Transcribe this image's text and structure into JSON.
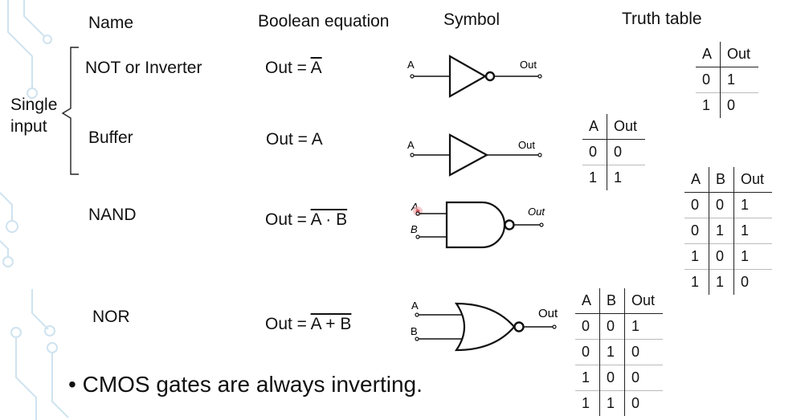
{
  "headers": {
    "name": "Name",
    "equation": "Boolean equation",
    "symbol": "Symbol",
    "truth_table": "Truth table"
  },
  "group_label": {
    "line1": "Single",
    "line2": "input"
  },
  "gates": [
    {
      "name": "NOT or Inverter",
      "equation": {
        "prefix": "Out = ",
        "overlined": "A"
      },
      "inputs": [
        "A"
      ],
      "output": "Out",
      "table": {
        "headers": [
          "A",
          "Out"
        ],
        "rows": [
          [
            "0",
            "1"
          ],
          [
            "1",
            "0"
          ]
        ]
      }
    },
    {
      "name": "Buffer",
      "equation": {
        "prefix": "Out = ",
        "plain": "A"
      },
      "inputs": [
        "A"
      ],
      "output": "Out",
      "table": {
        "headers": [
          "A",
          "Out"
        ],
        "rows": [
          [
            "0",
            "0"
          ],
          [
            "1",
            "1"
          ]
        ]
      }
    },
    {
      "name": "NAND",
      "equation": {
        "prefix": "Out = ",
        "overlined": "A · B"
      },
      "inputs": [
        "A",
        "B"
      ],
      "output": "Out",
      "table": {
        "headers": [
          "A",
          "B",
          "Out"
        ],
        "rows": [
          [
            "0",
            "0",
            "1"
          ],
          [
            "0",
            "1",
            "1"
          ],
          [
            "1",
            "0",
            "1"
          ],
          [
            "1",
            "1",
            "0"
          ]
        ]
      }
    },
    {
      "name": "NOR",
      "equation": {
        "prefix": "Out = ",
        "overlined": "A + B"
      },
      "inputs": [
        "A",
        "B"
      ],
      "output": "Out",
      "table": {
        "headers": [
          "A",
          "B",
          "Out"
        ],
        "rows": [
          [
            "0",
            "0",
            "1"
          ],
          [
            "0",
            "1",
            "0"
          ],
          [
            "1",
            "0",
            "0"
          ],
          [
            "1",
            "1",
            "0"
          ]
        ]
      }
    }
  ],
  "bullet": {
    "marker": "•",
    "text": "CMOS gates are always inverting."
  },
  "colors": {
    "line": "#111111",
    "decoration": "#cfe3ef",
    "cursor": "#e0606a"
  }
}
